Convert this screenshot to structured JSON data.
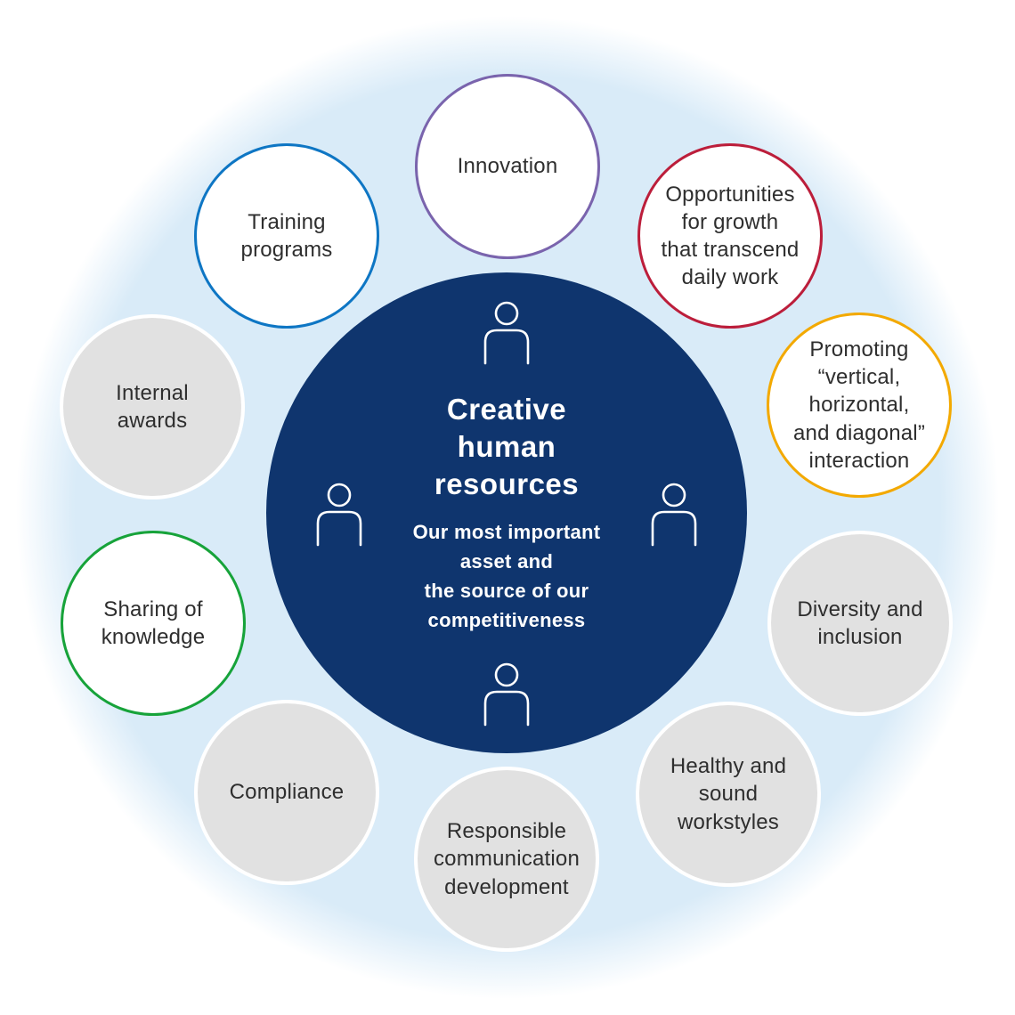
{
  "background": {
    "glow_color": "#d9ebf8"
  },
  "text_color": "#2e2e2e",
  "center": {
    "fill": "#0f356e",
    "text_color": "#ffffff",
    "title": "Creative\nhuman\nresources",
    "subtitle": "Our most important\nasset and\nthe source of our\ncompetitiveness",
    "icon": "person-icon",
    "icon_count": 4
  },
  "satellites": [
    {
      "id": "innovation",
      "label": "Innovation",
      "style": "outlined",
      "border_color": "#7a64ad",
      "fill": "#ffffff"
    },
    {
      "id": "training-programs",
      "label": "Training\nprograms",
      "style": "outlined",
      "border_color": "#0e76c4",
      "fill": "#ffffff"
    },
    {
      "id": "opportunities-for-growth",
      "label": "Opportunities\nfor growth\nthat transcend\ndaily work",
      "style": "outlined",
      "border_color": "#bc1e3b",
      "fill": "#ffffff"
    },
    {
      "id": "promoting-interaction",
      "label": "Promoting\n“vertical,\nhorizontal,\nand diagonal”\ninteraction",
      "style": "outlined",
      "border_color": "#f3a900",
      "fill": "#ffffff"
    },
    {
      "id": "internal-awards",
      "label": "Internal\nawards",
      "style": "filled",
      "border_color": "#ffffff",
      "fill": "#e1e1e1"
    },
    {
      "id": "sharing-of-knowledge",
      "label": "Sharing of\nknowledge",
      "style": "outlined",
      "border_color": "#17a33a",
      "fill": "#ffffff"
    },
    {
      "id": "diversity-and-inclusion",
      "label": "Diversity and\ninclusion",
      "style": "filled",
      "border_color": "#ffffff",
      "fill": "#e1e1e1"
    },
    {
      "id": "healthy-and-sound-workstyles",
      "label": "Healthy and\nsound\nworkstyles",
      "style": "filled",
      "border_color": "#ffffff",
      "fill": "#e1e1e1"
    },
    {
      "id": "compliance",
      "label": "Compliance",
      "style": "filled",
      "border_color": "#ffffff",
      "fill": "#e1e1e1"
    },
    {
      "id": "responsible-communication-development",
      "label": "Responsible\ncommunication\ndevelopment",
      "style": "filled",
      "border_color": "#ffffff",
      "fill": "#e1e1e1"
    }
  ]
}
